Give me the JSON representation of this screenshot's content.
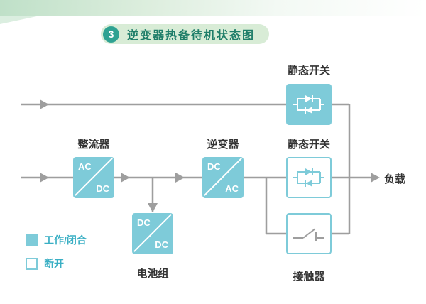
{
  "banner": {
    "number": "3",
    "title": "逆变器热备待机状态图"
  },
  "diagram": {
    "static_switch_top_label": "静态开关",
    "rectifier_label": "整流器",
    "inverter_label": "逆变器",
    "static_switch_mid_label": "静态开关",
    "battery_label": "电池组",
    "contactor_label": "接触器",
    "load_label": "负载",
    "rectifier_box": {
      "top": "AC",
      "bottom": "DC"
    },
    "inverter_box": {
      "top": "DC",
      "bottom": "AC"
    },
    "battery_box": {
      "top": "DC",
      "bottom": "DC"
    }
  },
  "legend": {
    "items": [
      {
        "label": "工作/闭合",
        "swatch": "filled"
      },
      {
        "label": "断开",
        "swatch": "outline"
      }
    ]
  },
  "colors": {
    "teal_fill": "#7ecbd9",
    "line_gray": "#9e9e9e",
    "banner_bg": "#d8ecd6",
    "banner_text": "#1f7e69",
    "legend_text": "#3aafc4"
  }
}
